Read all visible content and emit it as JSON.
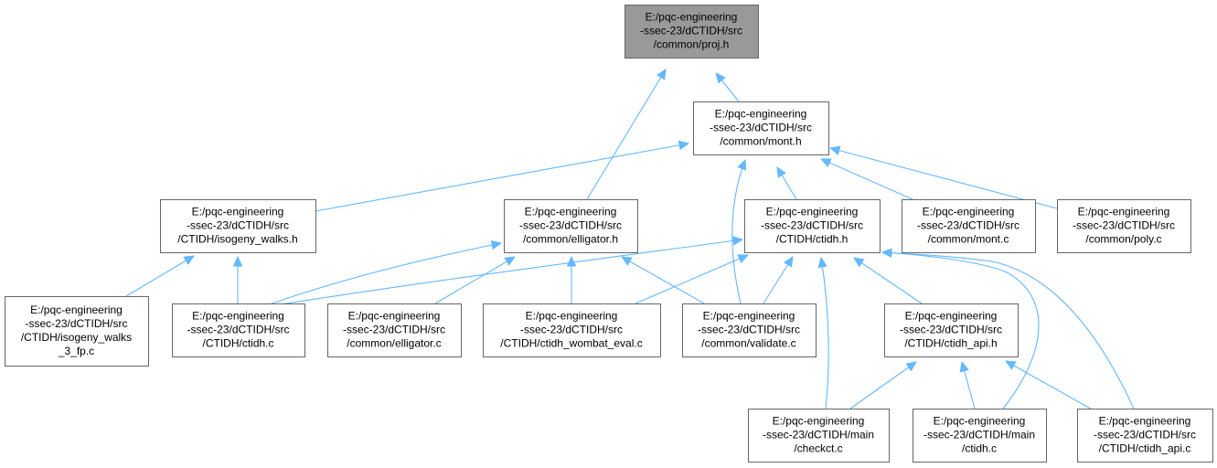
{
  "colors": {
    "edge": "#63b8ff",
    "node_border": "#666666",
    "node_fill": "#ffffff",
    "root_fill": "#999999",
    "text": "#000000"
  },
  "nodes": [
    {
      "id": "proj_h",
      "root": true,
      "lines": [
        "E:/pqc-engineering",
        "-ssec-23/dCTIDH/src",
        "/common/proj.h"
      ]
    },
    {
      "id": "mont_h",
      "lines": [
        "E:/pqc-engineering",
        "-ssec-23/dCTIDH/src",
        "/common/mont.h"
      ]
    },
    {
      "id": "isogeny_walks_h",
      "lines": [
        "E:/pqc-engineering",
        "-ssec-23/dCTIDH/src",
        "/CTIDH/isogeny_walks.h"
      ]
    },
    {
      "id": "elligator_h",
      "lines": [
        "E:/pqc-engineering",
        "-ssec-23/dCTIDH/src",
        "/common/elligator.h"
      ]
    },
    {
      "id": "ctidh_h",
      "lines": [
        "E:/pqc-engineering",
        "-ssec-23/dCTIDH/src",
        "/CTIDH/ctidh.h"
      ]
    },
    {
      "id": "mont_c",
      "lines": [
        "E:/pqc-engineering",
        "-ssec-23/dCTIDH/src",
        "/common/mont.c"
      ]
    },
    {
      "id": "poly_c",
      "lines": [
        "E:/pqc-engineering",
        "-ssec-23/dCTIDH/src",
        "/common/poly.c"
      ]
    },
    {
      "id": "isogeny_walks_3_fp_c",
      "lines": [
        "E:/pqc-engineering",
        "-ssec-23/dCTIDH/src",
        "/CTIDH/isogeny_walks",
        "_3_fp.c"
      ]
    },
    {
      "id": "ctidh_c",
      "lines": [
        "E:/pqc-engineering",
        "-ssec-23/dCTIDH/src",
        "/CTIDH/ctidh.c"
      ]
    },
    {
      "id": "elligator_c",
      "lines": [
        "E:/pqc-engineering",
        "-ssec-23/dCTIDH/src",
        "/common/elligator.c"
      ]
    },
    {
      "id": "ctidh_wombat_eval_c",
      "lines": [
        "E:/pqc-engineering",
        "-ssec-23/dCTIDH/src",
        "/CTIDH/ctidh_wombat_eval.c"
      ]
    },
    {
      "id": "validate_c",
      "lines": [
        "E:/pqc-engineering",
        "-ssec-23/dCTIDH/src",
        "/common/validate.c"
      ]
    },
    {
      "id": "ctidh_api_h",
      "lines": [
        "E:/pqc-engineering",
        "-ssec-23/dCTIDH/src",
        "/CTIDH/ctidh_api.h"
      ]
    },
    {
      "id": "checkct_c",
      "lines": [
        "E:/pqc-engineering",
        "-ssec-23/dCTIDH/main",
        "/checkct.c"
      ]
    },
    {
      "id": "main_ctidh_c",
      "lines": [
        "E:/pqc-engineering",
        "-ssec-23/dCTIDH/main",
        "/ctidh.c"
      ]
    },
    {
      "id": "ctidh_api_c",
      "lines": [
        "E:/pqc-engineering",
        "-ssec-23/dCTIDH/src",
        "/CTIDH/ctidh_api.c"
      ]
    }
  ],
  "edges": [
    {
      "from": "mont_h",
      "to": "proj_h"
    },
    {
      "from": "elligator_h",
      "to": "proj_h"
    },
    {
      "from": "isogeny_walks_h",
      "to": "mont_h"
    },
    {
      "from": "ctidh_h",
      "to": "mont_h"
    },
    {
      "from": "validate_c",
      "to": "mont_h"
    },
    {
      "from": "mont_c",
      "to": "mont_h"
    },
    {
      "from": "poly_c",
      "to": "mont_h"
    },
    {
      "from": "isogeny_walks_3_fp_c",
      "to": "isogeny_walks_h"
    },
    {
      "from": "ctidh_c",
      "to": "isogeny_walks_h"
    },
    {
      "from": "ctidh_c",
      "to": "elligator_h"
    },
    {
      "from": "elligator_c",
      "to": "elligator_h"
    },
    {
      "from": "ctidh_wombat_eval_c",
      "to": "elligator_h"
    },
    {
      "from": "validate_c",
      "to": "elligator_h"
    },
    {
      "from": "ctidh_c",
      "to": "ctidh_h"
    },
    {
      "from": "ctidh_wombat_eval_c",
      "to": "ctidh_h"
    },
    {
      "from": "validate_c",
      "to": "ctidh_h"
    },
    {
      "from": "ctidh_api_h",
      "to": "ctidh_h"
    },
    {
      "from": "checkct_c",
      "to": "ctidh_h"
    },
    {
      "from": "main_ctidh_c",
      "to": "ctidh_h"
    },
    {
      "from": "ctidh_api_c",
      "to": "ctidh_h"
    },
    {
      "from": "checkct_c",
      "to": "ctidh_api_h"
    },
    {
      "from": "main_ctidh_c",
      "to": "ctidh_api_h"
    },
    {
      "from": "ctidh_api_c",
      "to": "ctidh_api_h"
    }
  ]
}
